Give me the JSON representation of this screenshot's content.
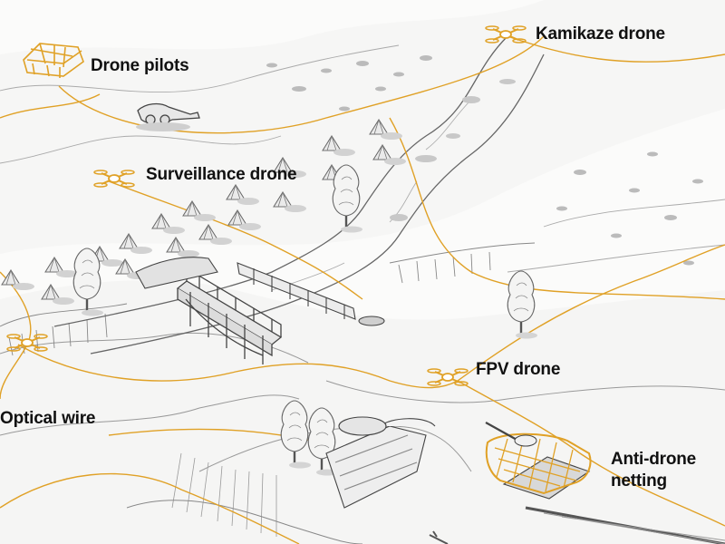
{
  "labels": {
    "kamikaze_drone": "Kamikaze drone",
    "drone_pilots": "Drone pilots",
    "surveillance_drone": "Surveillance drone",
    "fpv_drone": "FPV drone",
    "optical_wire": "Optical wire",
    "anti_drone_netting_line1": "Anti-drone",
    "anti_drone_netting_line2": "netting"
  },
  "colors": {
    "highlight": "#e0a126",
    "ink": "#555555",
    "label": "#111111",
    "paper": "#fbfbfa",
    "shadow": "#cfcfcf"
  },
  "icons": [
    "drone-icon",
    "bunker-icon",
    "tank-icon",
    "bridge-icon",
    "tree-icon",
    "tank-trap-icon"
  ]
}
